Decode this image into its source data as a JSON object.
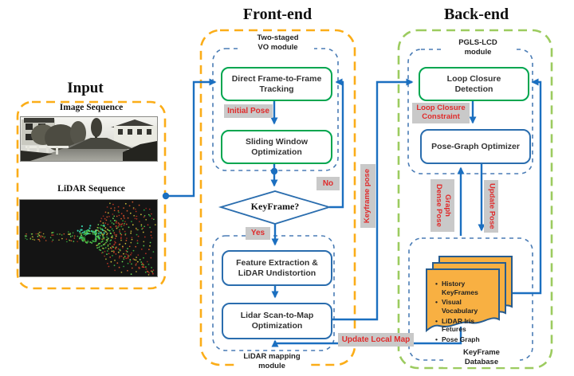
{
  "colors": {
    "arrow_blue": "#1B6FC0",
    "box_green_border": "#00A64F",
    "box_blue_border": "#2A6DAE",
    "frontend_dash_orange": "#FBAD18",
    "backend_dash_green": "#9CCB5F",
    "module_dash_blue": "#4A7CB5",
    "edge_label_red": "#E02B2B",
    "edge_label_gray_bg": "#C9C9C9",
    "document_fill": "#F8B042",
    "document_border": "#275C8F"
  },
  "headers": {
    "input": "Input",
    "frontend": "Front-end",
    "backend": "Back-end"
  },
  "input_panel": {
    "image_label": "Image Sequence",
    "lidar_label": "LiDAR Sequence"
  },
  "frontend": {
    "vo_module": {
      "line1": "Two-staged",
      "line2": "VO module"
    },
    "dff": {
      "line1": "Direct Frame-to-Frame",
      "line2": "Tracking"
    },
    "swo": {
      "line1": "Sliding Window",
      "line2": "Optimization"
    },
    "keyframe_decision": "KeyFrame?",
    "fe": {
      "line1": "Feature Extraction &",
      "line2": "LiDAR Undistortion"
    },
    "stm": {
      "line1": "Lidar Scan-to-Map",
      "line2": "Optimization"
    },
    "mapping_module": {
      "line1": "LiDAR mapping",
      "line2": "module"
    }
  },
  "backend": {
    "pgls_module": {
      "line1": "PGLS-LCD",
      "line2": "module"
    },
    "lcd": {
      "line1": "Loop Closure",
      "line2": "Detection"
    },
    "pgo": "Pose-Graph Optimizer",
    "database_label": {
      "line1": "KeyFrame",
      "line2": "Database"
    },
    "database_bullets": [
      "History KeyFrames",
      "Visual Vocabulary",
      "LiDAR Iris Fetures",
      "Pose Graph"
    ]
  },
  "edge_labels": {
    "initial_pose": "Initial Pose",
    "no": "No",
    "yes": "Yes",
    "keyframe_pose": "Keyframe pose",
    "loop_closure_constraint": {
      "line1": "Loop Closure",
      "line2": "Constraint"
    },
    "dense_pose_graph": {
      "line1": "Dense Pose",
      "line2": "Graph"
    },
    "update_pose": "Update Pose",
    "update_local_map": "Update Local Map"
  }
}
